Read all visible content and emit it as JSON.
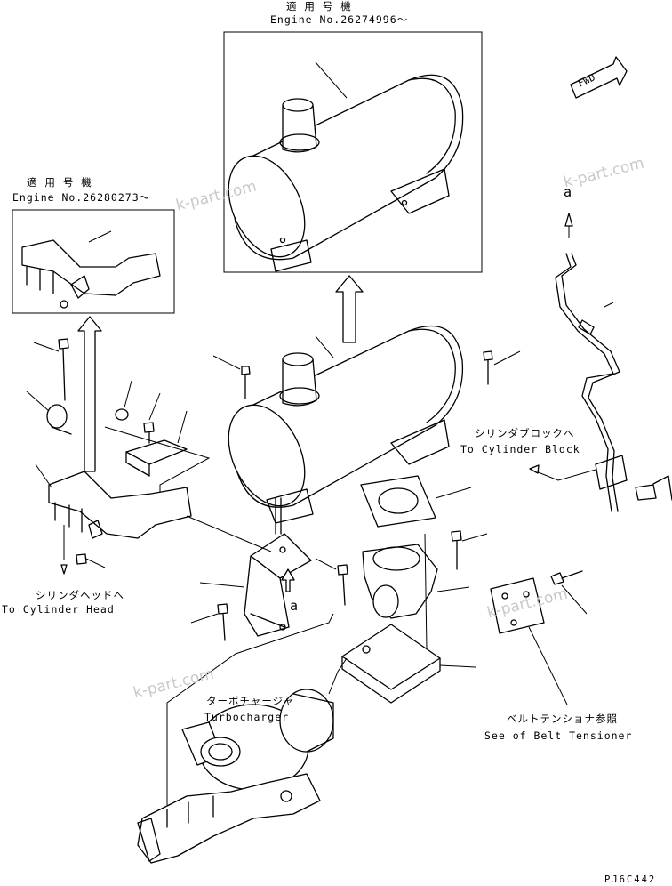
{
  "inset_top": {
    "title_jp": "適 用 号 機",
    "engine_no": "Engine No.26274996～"
  },
  "inset_left": {
    "title_jp": "適 用 号 機",
    "engine_no": "Engine No.26280273～"
  },
  "fwd_label": "FWD",
  "callouts": {
    "cylinder_head_jp": "シリンダヘッドへ",
    "cylinder_head_en": "To Cylinder Head",
    "cylinder_block_jp": "シリンダブロックへ",
    "cylinder_block_en": "To Cylinder Block",
    "turbocharger_jp": "ターボチャージャ",
    "turbocharger_en": "Turbocharger",
    "belt_tensioner_jp": "ベルトテンショナ参照",
    "belt_tensioner_en": "See of Belt Tensioner",
    "ref_a_center": "a",
    "ref_a_right": "a"
  },
  "watermarks": [
    "k-part.com",
    "k-part.com",
    "k-part.com",
    "k-part.com"
  ],
  "figure_code": "PJ6C442"
}
